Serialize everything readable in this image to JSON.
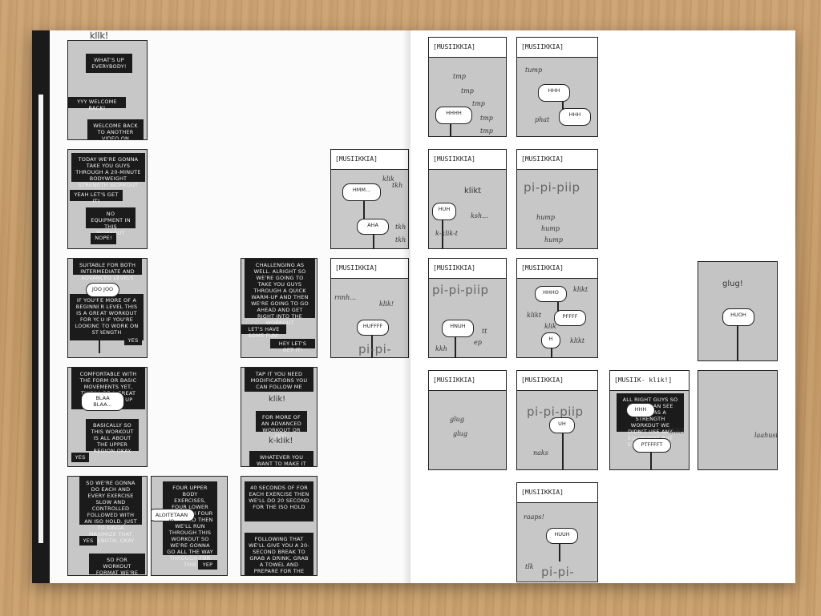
{
  "left_page": {
    "col1": [
      {
        "sfx_top": "klik!",
        "boxes": [
          "WHAT'S UP EVERYBODY!",
          "YYY WELCOME BACK!",
          "WELCOME BACK TO ANOTHER VIDEO ON"
        ]
      },
      {
        "boxes": [
          "TODAY WE'RE GONNA TAKE YOU GUYS THROUGH A 20-MINUTE BODYWEIGHT STRENGTH WORKOUT",
          "YEAH LET'S GET IT!",
          "NO EQUIPMENT IN THIS WORKOUT",
          "NOPE!"
        ]
      },
      {
        "boxes": [
          "SUITABLE FOR BOTH INTERMEDIATE AND ADVANCED LEVELS",
          "IF YOU'RE MORE OF A BEGINNER LEVEL THIS IS A GREAT WORKOUT FOR YOU IF YOU'RE LOOKING TO WORK ON STRENGTH",
          "YES"
        ],
        "bubble": "JOO JOO"
      },
      {
        "boxes": [
          "COMFORTABLE WITH THE FORM OR BASIC MOVEMENTS YET, THIS'LL BE A GREAT WAY TO BUILD UP FOCUS",
          "BASICALLY SO THIS WORKOUT IS ALL ABOUT THE UPPER REGION OKAY",
          "YES"
        ],
        "bubble": "BLAA BLAA..."
      },
      {
        "boxes": [
          "SO WE'RE GONNA DO EACH AND EVERY EXERCISE SLOW AND CONTROLLED FOLLOWED WITH AN ISO HOLD. JUST TO KINDA MAXIMIZE THAT STRENGTH, OKAY",
          "YES",
          "SO FOR WORKOUT FORMAT WE'RE GONNA DO"
        ]
      }
    ],
    "col2": [
      {
        "boxes": [
          "FOUR UPPER BODY EXERCISES, FOUR LOWER AND THEN FOUR CORE AND THEN WE'LL RUN THROUGH THIS WORKOUT SO WE'RE GONNA GO ALL THE WAY THROUGH FOR THIS",
          "YEP"
        ],
        "bubble": "ALOITETAAN JO"
      }
    ],
    "col3": [
      {
        "boxes": [
          "CHALLENGING AS WELL. ALRIGHT SO WE'RE GOING TO TAKE YOU GUYS THROUGH A QUICK WARM-UP AND THEN WE'RE GOING TO GO AHEAD AND GET RIGHT INTO THE WORKOUT",
          "LET'S HAVE SOME FUN!",
          "HEY LET'S GET IT!"
        ]
      },
      {
        "boxes": [
          "TAP IT YOU NEED MODIFICATIONS YOU CAN FOLLOW ME",
          "FOR MORE OF AN ADVANCED WORKOUT OR FEEL",
          "WHATEVER YOU WANT TO MAKE IT MORE"
        ],
        "sfx": [
          "klik!",
          "k-klik!"
        ]
      },
      {
        "boxes": [
          "40 SECONDS OF FOR EACH EXERCISE THEN WE'LL DO 20 SECOND FOR THE ISO HOLD",
          "FOLLOWING THAT WE'LL GIVE YOU A 20-SECOND BREAK TO GRAB A DRINK, GRAB A TOWEL AND PREPARE FOR THE NEXT EXERCISE"
        ]
      }
    ],
    "col4": [
      {
        "caption": "[MUSIIKKIA]",
        "bubbles": [
          "HMM...",
          "AHA"
        ],
        "sfx": [
          "klik",
          "tkh",
          "tkh",
          "tkh"
        ]
      },
      {
        "caption": "[MUSIIKKIA]",
        "bubbles": [
          "HUFFFF"
        ],
        "sfx": [
          "rnnh...",
          "klik!",
          "pi-pi-piip"
        ]
      }
    ]
  },
  "right_page": {
    "col1": [
      {
        "caption": "[MUSIIKKIA]",
        "bubbles": [
          "HHHH"
        ],
        "sfx": [
          "tmp",
          "tmp",
          "tmp",
          "tmp",
          "tmp"
        ]
      },
      {
        "caption": "[MUSIIKKIA]",
        "bubbles": [
          "HUH"
        ],
        "sfx": [
          "klikt",
          "ksh...",
          "k-klik-t"
        ]
      },
      {
        "caption": "[MUSIIKKIA]",
        "bubbles": [
          "HNUH"
        ],
        "sfx": [
          "pi-pi-piip",
          "tt",
          "ep",
          "kkh"
        ]
      },
      {
        "caption": "[MUSIIKKIA]",
        "sfx": [
          "glug",
          "glug"
        ]
      }
    ],
    "col2": [
      {
        "caption": "[MUSIIKKIA]",
        "bubbles": [
          "HHH",
          "HHH"
        ],
        "sfx": [
          "tump",
          "phat"
        ]
      },
      {
        "caption": "[MUSIIKKIA]",
        "sfx": [
          "pi-pi-piip",
          "hump",
          "hump",
          "hump"
        ]
      },
      {
        "caption": "[MUSIIKKIA]",
        "bubbles": [
          "HHHO",
          "PFFFF",
          "H"
        ],
        "sfx": [
          "klikt",
          "klikt",
          "klik",
          "klikt"
        ]
      },
      {
        "caption": "[MUSIIKKIA]",
        "bubbles": [
          "UH"
        ],
        "sfx": [
          "pi-pi-piip",
          "naks"
        ]
      },
      {
        "caption": "[MUSIIKKIA]",
        "bubbles": [
          "HUUH"
        ],
        "sfx": [
          "raaps!",
          "tlk",
          "pi-pi-piip"
        ]
      }
    ],
    "col3": [
      {
        "caption": "[MUSIIK- klik!]",
        "boxes": [
          "ALL RIGHT GUYS SO AS YOU CAN SEE THIS WAS A STRENGTH WORKOUT WE DIDN'T USE ANY EQUIPMENT BUT STILL WAS AN ..."
        ],
        "bubbles": [
          "HHH",
          "PTFFFFT"
        ],
        "sfx": [
          "klik!"
        ]
      }
    ],
    "col4": [
      {
        "sfx": [
          "glug!"
        ],
        "bubbles": [
          "HUOH"
        ]
      },
      {
        "sfx": [
          "laahust"
        ]
      }
    ]
  }
}
